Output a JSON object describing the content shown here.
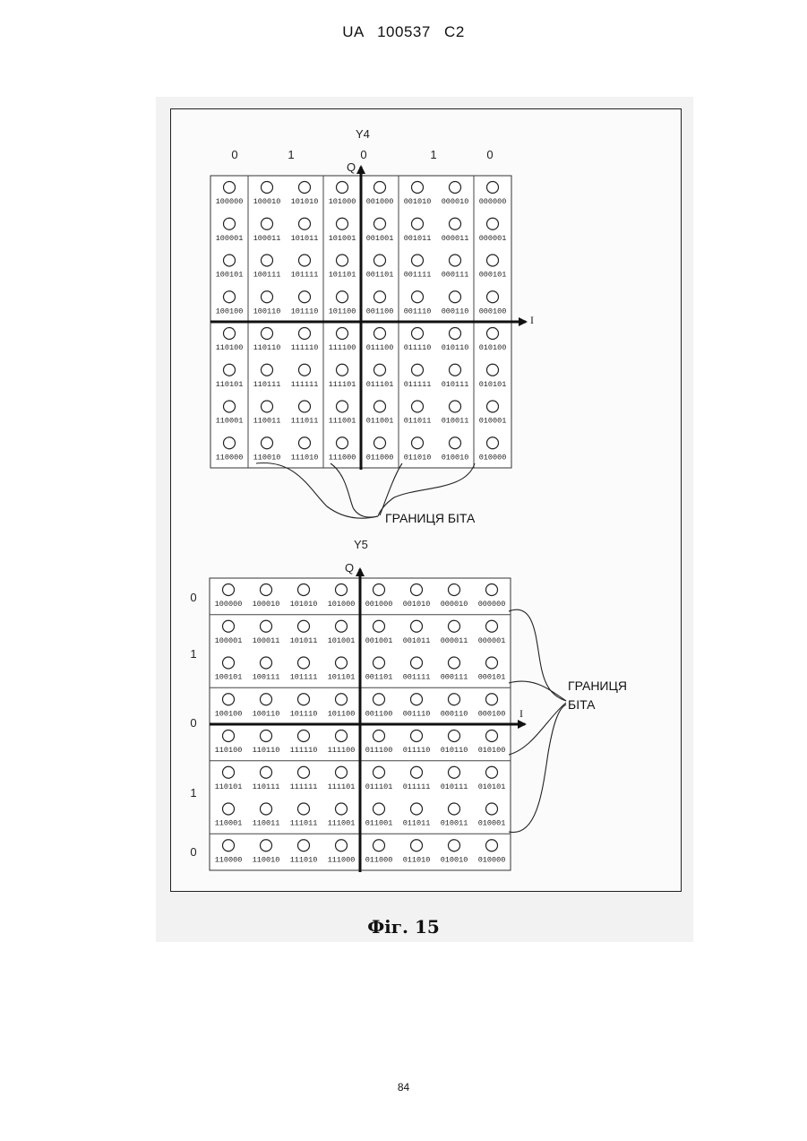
{
  "header": {
    "text": "UA   100537   C2"
  },
  "diagram1": {
    "title": "Y4",
    "column_bits": [
      "0",
      "1",
      "0",
      "1",
      "0"
    ],
    "q_label": "Q",
    "i_label": "I",
    "boundary_label": "ГРАНИЦЯ БІТА",
    "codes": [
      [
        "100000",
        "100010",
        "101010",
        "101000",
        "001000",
        "001010",
        "000010",
        "000000"
      ],
      [
        "100001",
        "100011",
        "101011",
        "101001",
        "001001",
        "001011",
        "000011",
        "000001"
      ],
      [
        "100101",
        "100111",
        "101111",
        "101101",
        "001101",
        "001111",
        "000111",
        "000101"
      ],
      [
        "100100",
        "100110",
        "101110",
        "101100",
        "001100",
        "001110",
        "000110",
        "000100"
      ],
      [
        "110100",
        "110110",
        "111110",
        "111100",
        "011100",
        "011110",
        "010110",
        "010100"
      ],
      [
        "110101",
        "110111",
        "111111",
        "111101",
        "011101",
        "011111",
        "010111",
        "010101"
      ],
      [
        "110001",
        "110011",
        "111011",
        "111001",
        "011001",
        "011011",
        "010011",
        "010001"
      ],
      [
        "110000",
        "110010",
        "111010",
        "111000",
        "011000",
        "011010",
        "010010",
        "010000"
      ]
    ]
  },
  "diagram2": {
    "title": "Y5",
    "row_bits": [
      "0",
      "1",
      "0",
      "1",
      "0"
    ],
    "q_label": "Q",
    "i_label": "I",
    "boundary_label_line1": "ГРАНИЦЯ",
    "boundary_label_line2": "БІТА",
    "codes": [
      [
        "100000",
        "100010",
        "101010",
        "101000",
        "001000",
        "001010",
        "000010",
        "000000"
      ],
      [
        "100001",
        "100011",
        "101011",
        "101001",
        "001001",
        "001011",
        "000011",
        "000001"
      ],
      [
        "100101",
        "100111",
        "101111",
        "101101",
        "001101",
        "001111",
        "000111",
        "000101"
      ],
      [
        "100100",
        "100110",
        "101110",
        "101100",
        "001100",
        "001110",
        "000110",
        "000100"
      ],
      [
        "110100",
        "110110",
        "111110",
        "111100",
        "011100",
        "011110",
        "010110",
        "010100"
      ],
      [
        "110101",
        "110111",
        "111111",
        "111101",
        "011101",
        "011111",
        "010111",
        "010101"
      ],
      [
        "110001",
        "110011",
        "111011",
        "111001",
        "011001",
        "011011",
        "010011",
        "010001"
      ],
      [
        "110000",
        "110010",
        "111010",
        "111000",
        "011000",
        "011010",
        "010010",
        "010000"
      ]
    ]
  },
  "caption": "Фіг. 15",
  "page_number": "84"
}
